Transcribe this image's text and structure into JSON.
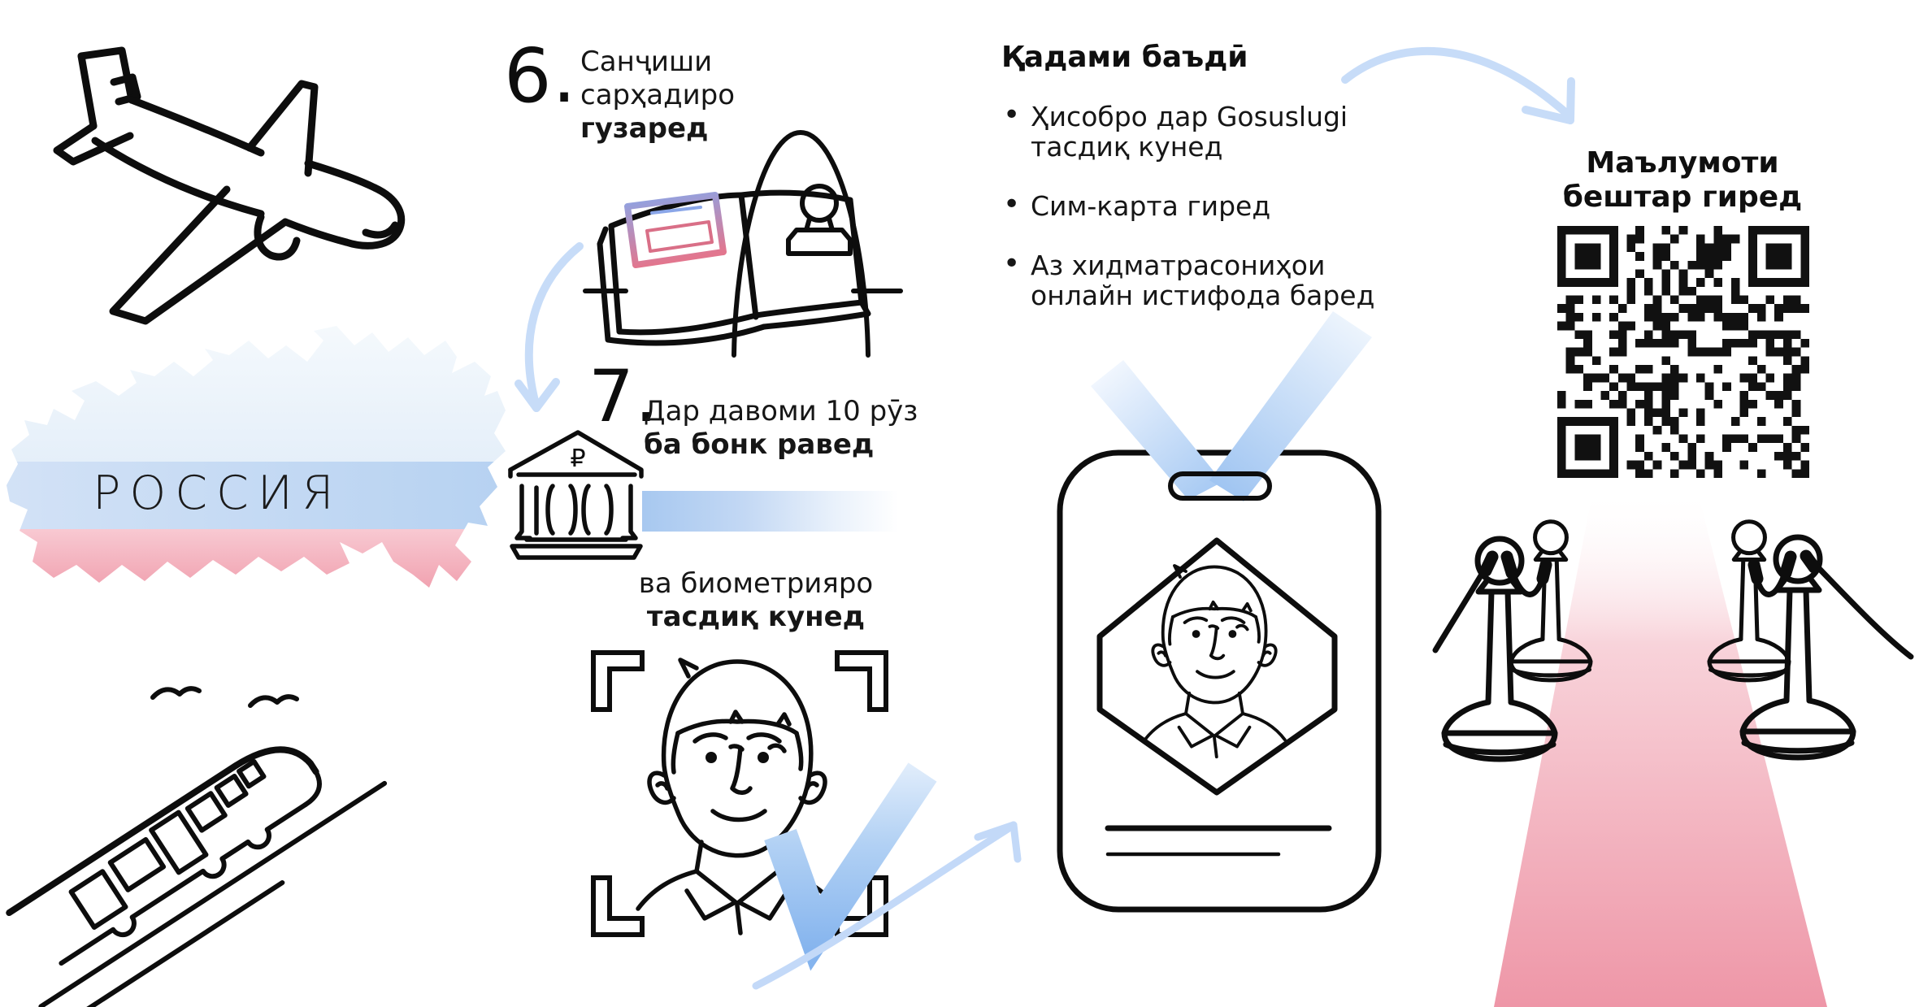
{
  "infographic": {
    "country_label": "РОССИЯ",
    "step6": {
      "number": "6.",
      "line1": "Санҷиши",
      "line2": "сарҳадиро",
      "line3_bold": "гузаред"
    },
    "step7": {
      "number": "7.",
      "line1": "Дар давоми 10 рӯз",
      "line2_bold": "ба бонк равед",
      "sub_line1": "ва биометрияро",
      "sub_line2_bold": "тасдиқ кунед"
    },
    "next_steps": {
      "title": "Қадами баъдӣ",
      "items": [
        "Ҳисобро дар Gosuslugi тасдиқ кунед",
        "Сим-карта гиред",
        "Аз хидматрасониҳои онлайн истифода баред"
      ]
    },
    "qr_section": {
      "title": "Маълумоти бештар гиред"
    },
    "bank_currency_symbol": "₽"
  },
  "qr": {
    "modules": 29,
    "seed": 42
  },
  "colors": {
    "ink": "#111111",
    "arrow_blue": "#c7dcf8",
    "check_blue": "#8ab8ef",
    "band_blue": "#a7c8f0",
    "map_band_blue": "#bdd4f1",
    "map_top_blue": "#e9f1fb",
    "map_pink": "#ee94a4",
    "carpet_pink": "#ee96a7",
    "visa_blue": "#8aa6e8",
    "visa_pink": "#e2768e"
  }
}
